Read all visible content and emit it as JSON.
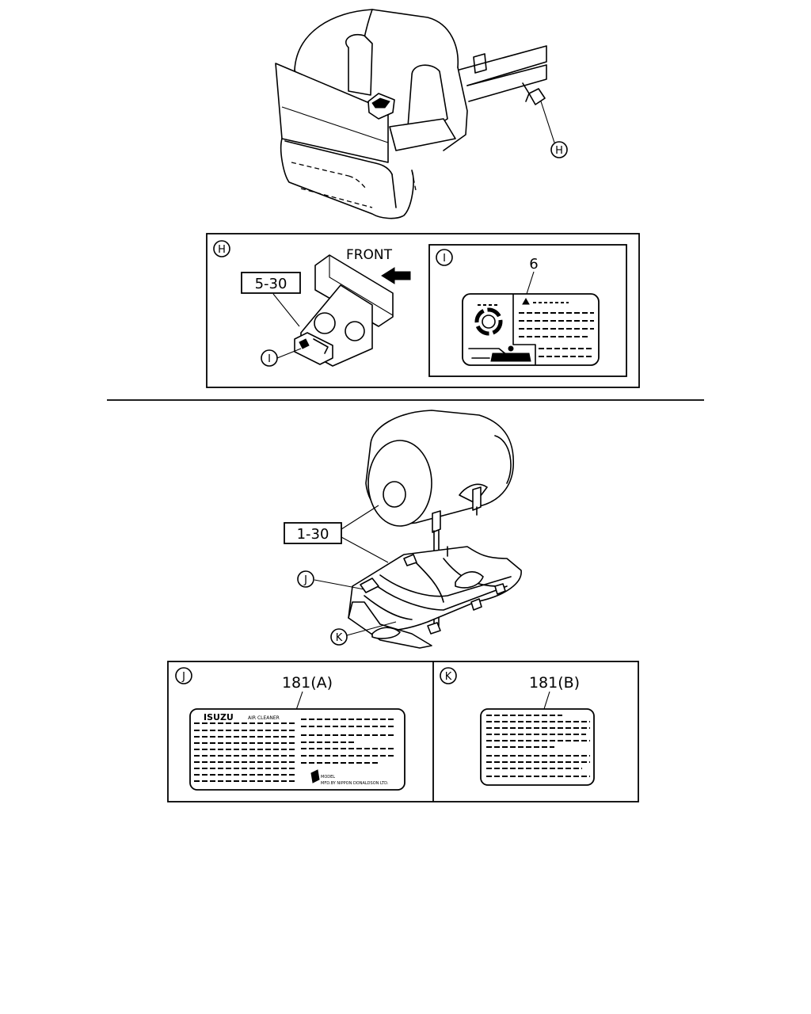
{
  "callouts": {
    "detail_h": "H",
    "detail_i": "I",
    "detail_j": "J",
    "detail_k": "K"
  },
  "labels": {
    "front": "FRONT",
    "part_5_30": "5-30",
    "part_6": "6",
    "part_1_30": "1-30",
    "part_181a": "181(A)",
    "part_181b": "181(B)"
  },
  "decal_181a": {
    "brand": "ISUZU",
    "subtitle": "AIR CLEANER",
    "model": "MODEL",
    "manufacturer": "MFD.BY NIPPON DONALDSON LTD."
  }
}
